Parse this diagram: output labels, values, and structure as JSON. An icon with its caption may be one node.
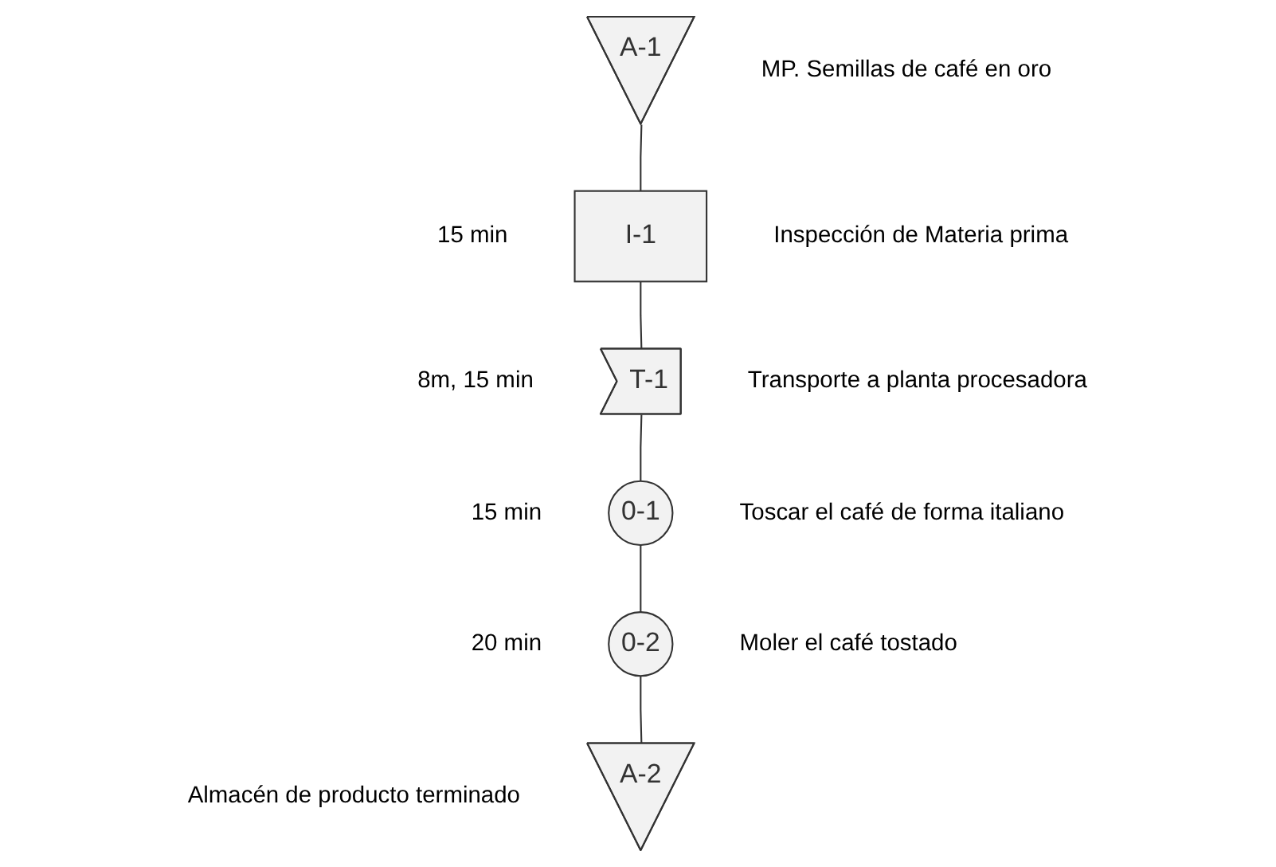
{
  "diagram": {
    "nodes": [
      {
        "text": [
          "A-1"
        ],
        "beside": [
          "MP. Semillas de café en oro"
        ]
      },
      {
        "text": [
          "I-1"
        ],
        "beside": [
          "15 min",
          "Inspección de Materia prima"
        ]
      },
      {
        "text": [
          "T-1"
        ],
        "beside": [
          "8m, 15 min",
          "Transporte a planta procesadora"
        ]
      },
      {
        "text": [
          "0-1"
        ],
        "beside": [
          "15 min",
          "Toscar el café de forma italiano"
        ]
      },
      {
        "text": [
          "0-2"
        ],
        "beside": [
          "20 min",
          "Moler el café tostado"
        ]
      },
      {
        "text": [
          "A-2"
        ],
        "beside": [
          "Almacén de producto terminado"
        ]
      }
    ],
    "edges": [
      {
        "from": 0,
        "to": 1,
        "arrow": "none"
      },
      {
        "from": 1,
        "to": 2,
        "arrow": "none"
      },
      {
        "from": 2,
        "to": 3,
        "arrow": "none"
      },
      {
        "from": 3,
        "to": 4,
        "arrow": "none"
      },
      {
        "from": 4,
        "to": 5,
        "arrow": "none"
      }
    ]
  }
}
